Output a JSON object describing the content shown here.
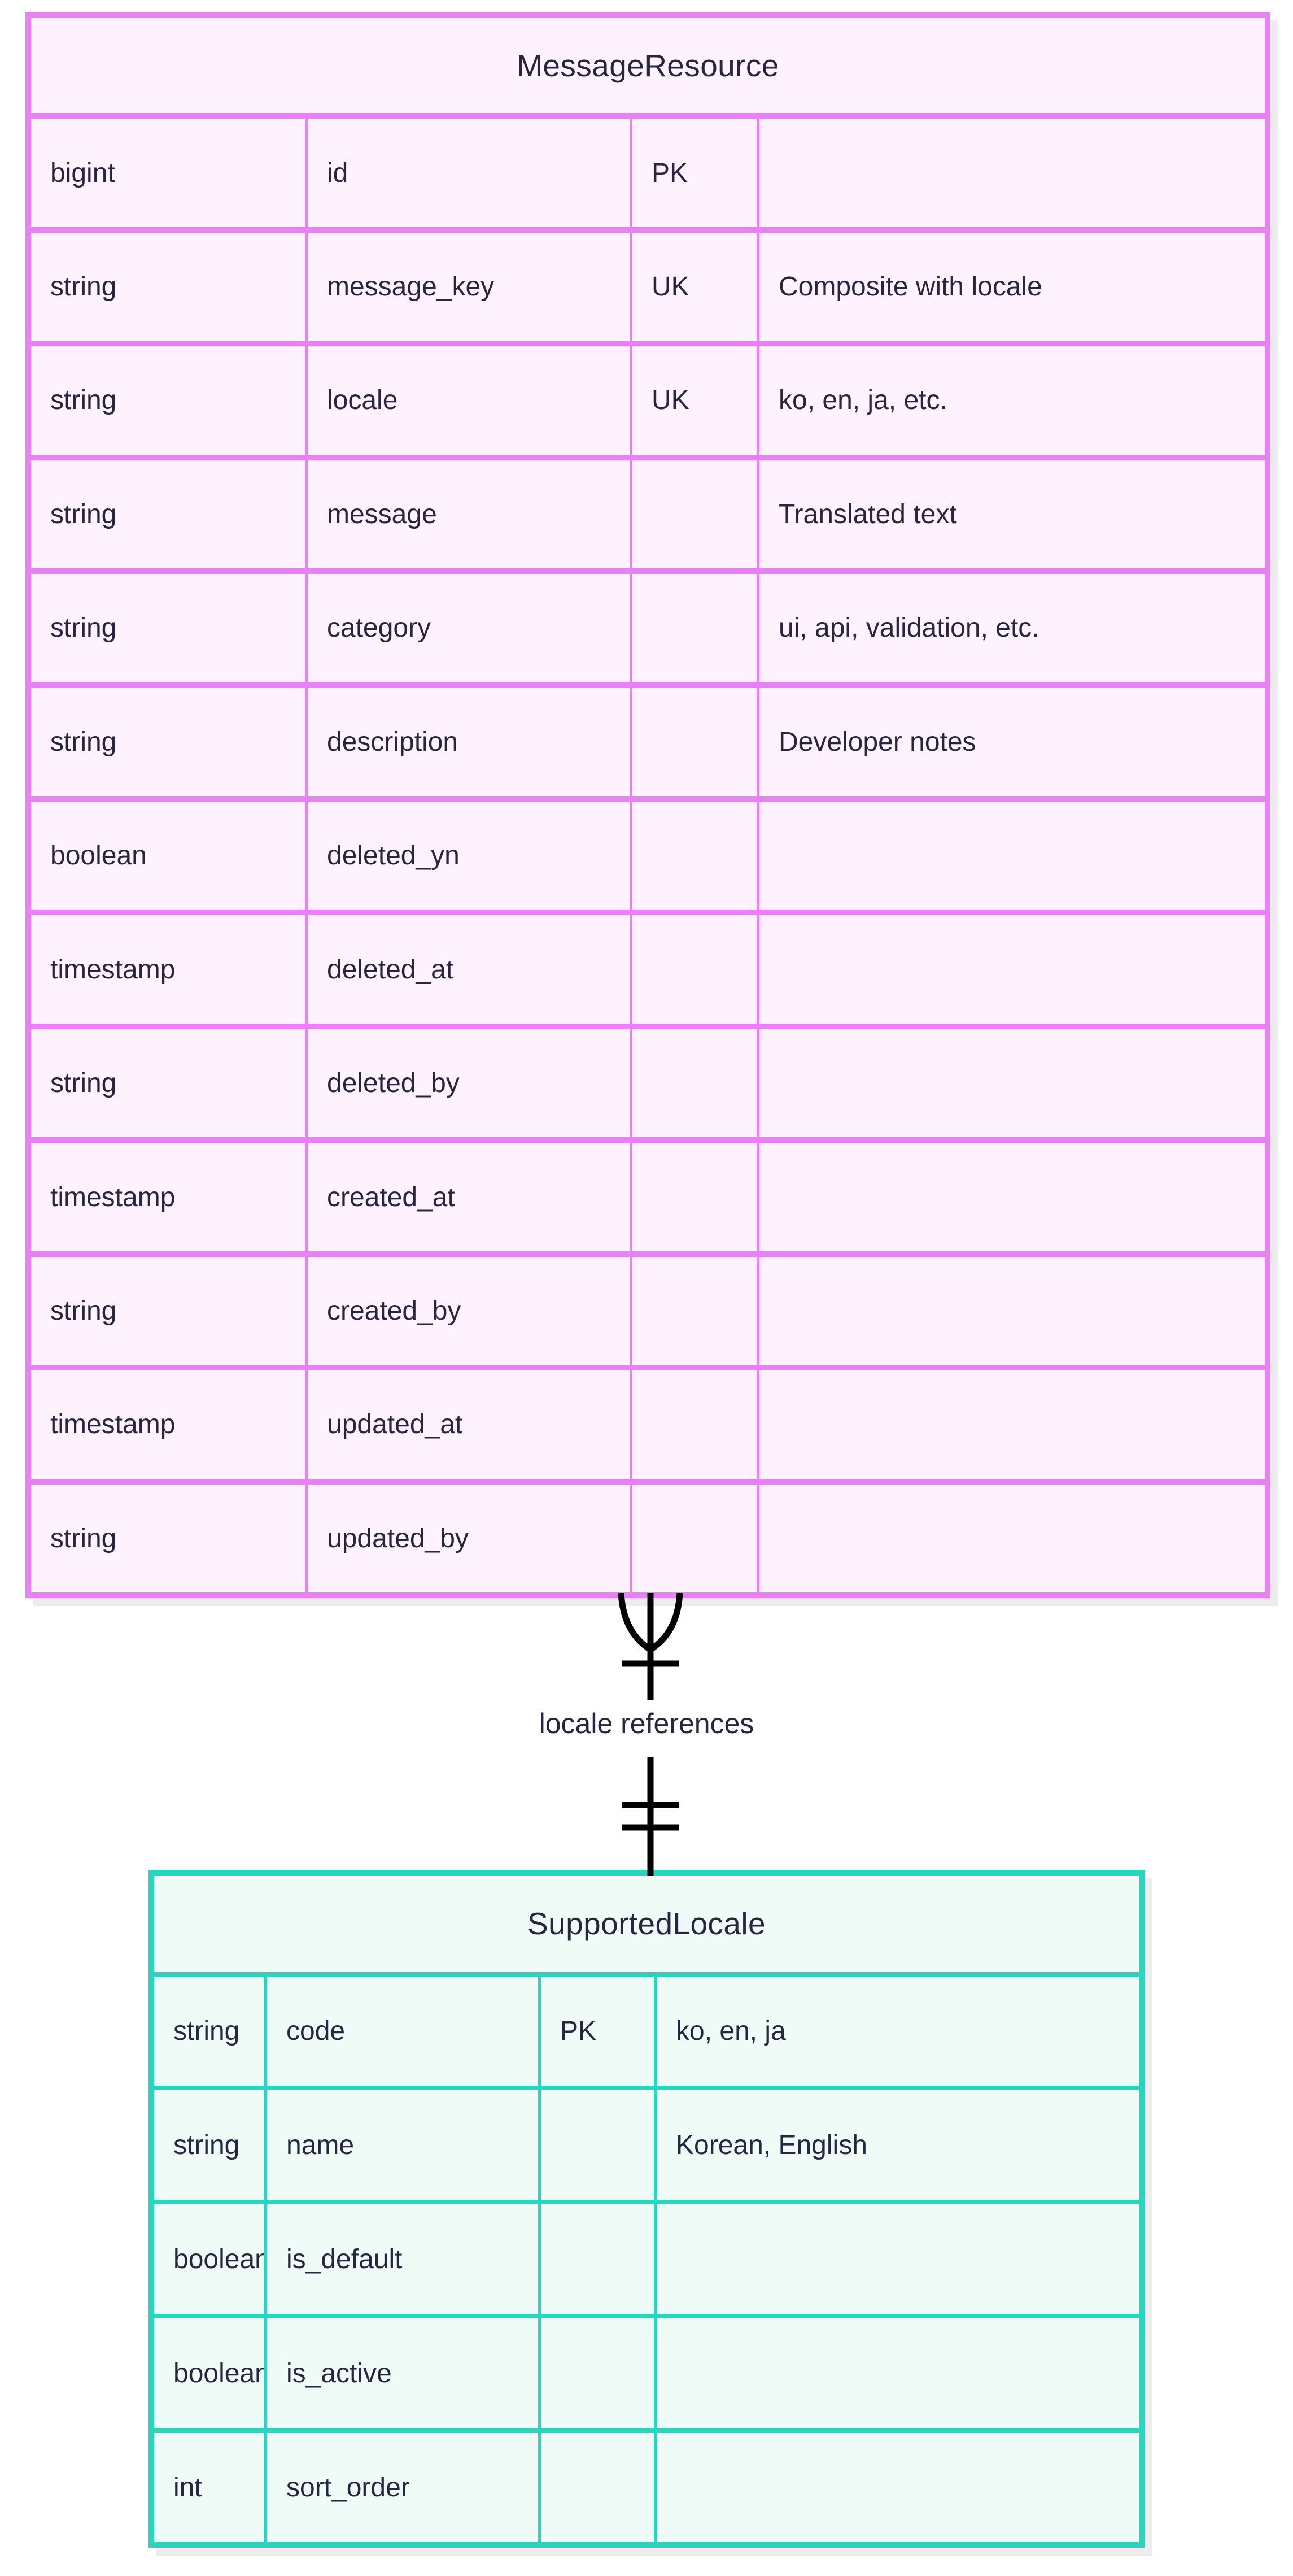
{
  "diagram": {
    "type": "er-diagram",
    "background": "#ffffff",
    "entities": [
      {
        "id": "message-resource",
        "name": "MessageResource",
        "accent": "#ea80f5",
        "fill": "#fdf2fd",
        "columns": [
          "type",
          "name",
          "key",
          "comment"
        ],
        "attributes": [
          {
            "type": "bigint",
            "name": "id",
            "key": "PK",
            "comment": ""
          },
          {
            "type": "string",
            "name": "message_key",
            "key": "UK",
            "comment": "Composite with locale"
          },
          {
            "type": "string",
            "name": "locale",
            "key": "UK",
            "comment": "ko, en, ja, etc."
          },
          {
            "type": "string",
            "name": "message",
            "key": "",
            "comment": "Translated text"
          },
          {
            "type": "string",
            "name": "category",
            "key": "",
            "comment": "ui, api, validation, etc."
          },
          {
            "type": "string",
            "name": "description",
            "key": "",
            "comment": "Developer notes"
          },
          {
            "type": "boolean",
            "name": "deleted_yn",
            "key": "",
            "comment": ""
          },
          {
            "type": "timestamp",
            "name": "deleted_at",
            "key": "",
            "comment": ""
          },
          {
            "type": "string",
            "name": "deleted_by",
            "key": "",
            "comment": ""
          },
          {
            "type": "timestamp",
            "name": "created_at",
            "key": "",
            "comment": ""
          },
          {
            "type": "string",
            "name": "created_by",
            "key": "",
            "comment": ""
          },
          {
            "type": "timestamp",
            "name": "updated_at",
            "key": "",
            "comment": ""
          },
          {
            "type": "string",
            "name": "updated_by",
            "key": "",
            "comment": ""
          }
        ]
      },
      {
        "id": "supported-locale",
        "name": "SupportedLocale",
        "accent": "#2bd4be",
        "fill": "#eefbf7",
        "columns": [
          "type",
          "name",
          "key",
          "comment"
        ],
        "attributes": [
          {
            "type": "string",
            "name": "code",
            "key": "PK",
            "comment": "ko, en, ja"
          },
          {
            "type": "string",
            "name": "name",
            "key": "",
            "comment": "Korean, English"
          },
          {
            "type": "boolean",
            "name": "is_default",
            "key": "",
            "comment": ""
          },
          {
            "type": "boolean",
            "name": "is_active",
            "key": "",
            "comment": ""
          },
          {
            "type": "int",
            "name": "sort_order",
            "key": "",
            "comment": ""
          }
        ]
      }
    ],
    "relationship": {
      "label": "locale references",
      "from": "MessageResource",
      "to": "SupportedLocale",
      "from_cardinality": "zero-or-many",
      "to_cardinality": "exactly-one",
      "line_color": "#000000"
    }
  }
}
